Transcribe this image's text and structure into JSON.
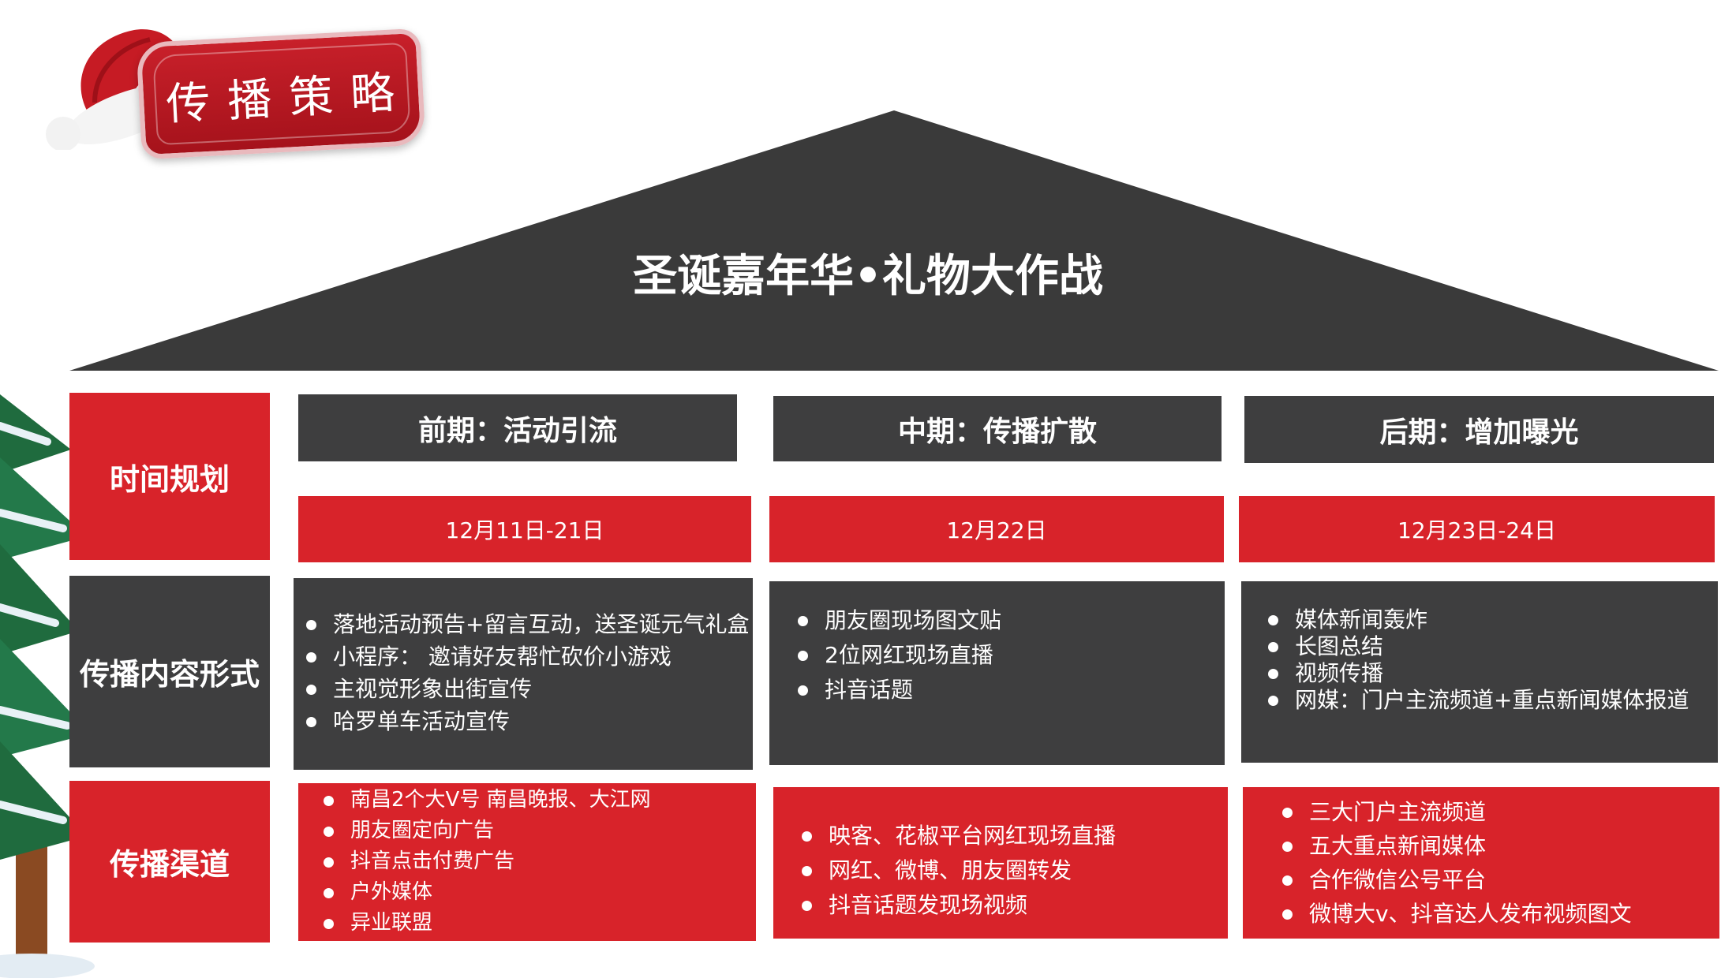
{
  "badge": {
    "title": "传播策略"
  },
  "roof": {
    "title": "圣诞嘉年华•礼物大作战"
  },
  "row_labels": {
    "time": "时间规划",
    "content": "传播内容形式",
    "channel": "传播渠道"
  },
  "phases": [
    {
      "header": "前期：活动引流",
      "date": "12月11日-21日",
      "content": [
        "落地活动预告+留言互动，送圣诞元气礼盒",
        "小程序： 邀请好友帮忙砍价小游戏",
        "主视觉形象出街宣传",
        "哈罗单车活动宣传"
      ],
      "channels": [
        "南昌2个大V号 南昌晚报、大江网",
        "朋友圈定向广告",
        "抖音点击付费广告",
        "户外媒体",
        "异业联盟"
      ]
    },
    {
      "header": "中期：传播扩散",
      "date": "12月22日",
      "content": [
        "朋友圈现场图文贴",
        "2位网红现场直播",
        "抖音话题"
      ],
      "channels": [
        "映客、花椒平台网红现场直播",
        "网红、微博、朋友圈转发",
        "抖音话题发现场视频"
      ]
    },
    {
      "header": "后期：增加曝光",
      "date": "12月23日-24日",
      "content": [
        "媒体新闻轰炸",
        "长图总结",
        "视频传播",
        "网媒：门户主流频道+重点新闻媒体报道"
      ],
      "channels": [
        "三大门户主流频道",
        " 五大重点新闻媒体",
        "合作微信公号平台",
        "微博大v、抖音达人发布视频图文"
      ]
    }
  ],
  "colors": {
    "red": "#d8232a",
    "dark": "#3e3e3f",
    "roof": "#3a3a3a"
  },
  "icons": [
    "santa-hat-icon",
    "christmas-tree-icon"
  ]
}
